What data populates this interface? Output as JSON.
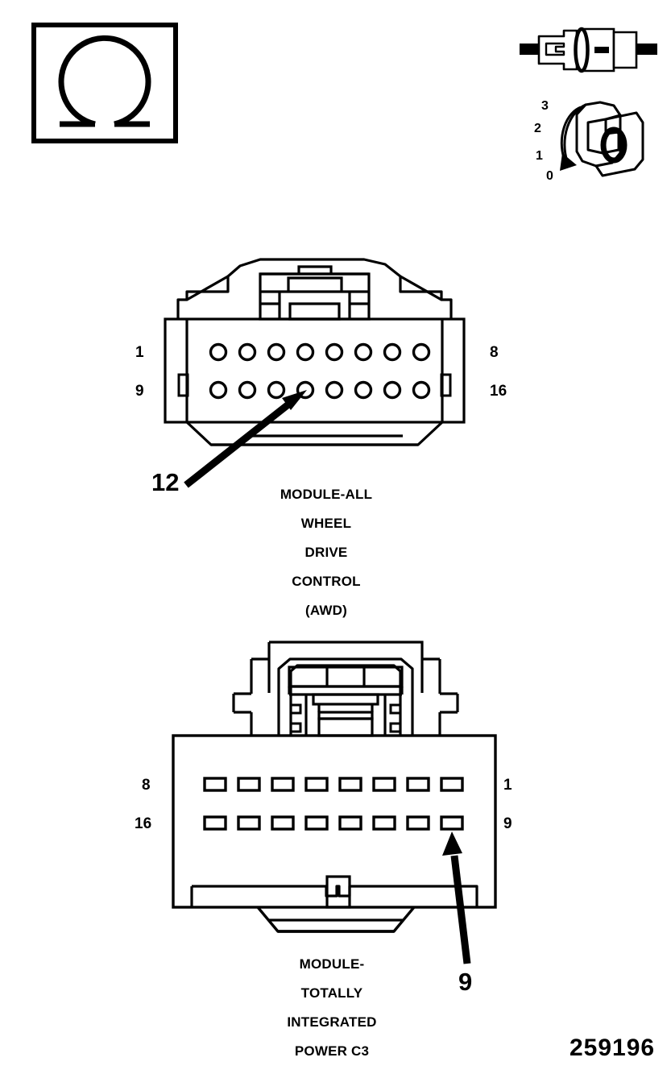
{
  "figure": {
    "id_number": "259196",
    "domain_note": "automotive wiring connector end view diagram"
  },
  "symbols": {
    "ohm_box": {
      "name": "ohmmeter-symbol",
      "glyph": "omega",
      "description": "Ohm symbol in rectangular box"
    },
    "connector_pair": {
      "name": "inline-connector-symbol",
      "description": "Two-piece inline connector icon"
    },
    "ignition_switch": {
      "name": "ignition-switch-symbol",
      "label": "0",
      "positions": [
        "3",
        "2",
        "1",
        "0"
      ]
    }
  },
  "connectors": [
    {
      "id": "awd-connector",
      "caption_lines": [
        "MODULE-ALL",
        "WHEEL",
        "DRIVE",
        "CONTROL",
        "(AWD)"
      ],
      "pin_style": "round",
      "rows": 2,
      "pins_per_row": 8,
      "left_labels": [
        "1",
        "9"
      ],
      "right_labels": [
        "8",
        "16"
      ],
      "callout": {
        "label": "12",
        "target_row": 2,
        "target_index": 4,
        "direction": "up-right"
      }
    },
    {
      "id": "tipm-c3-connector",
      "caption_lines": [
        "MODULE-",
        "TOTALLY",
        "INTEGRATED",
        "POWER C3"
      ],
      "pin_style": "rectangular",
      "rows": 2,
      "pins_per_row": 8,
      "left_labels": [
        "8",
        "16"
      ],
      "right_labels": [
        "1",
        "9"
      ],
      "callout": {
        "label": "9",
        "target_row": 2,
        "target_index": 8,
        "direction": "up"
      }
    }
  ],
  "colors": {
    "stroke": "#000000",
    "background": "#ffffff"
  }
}
